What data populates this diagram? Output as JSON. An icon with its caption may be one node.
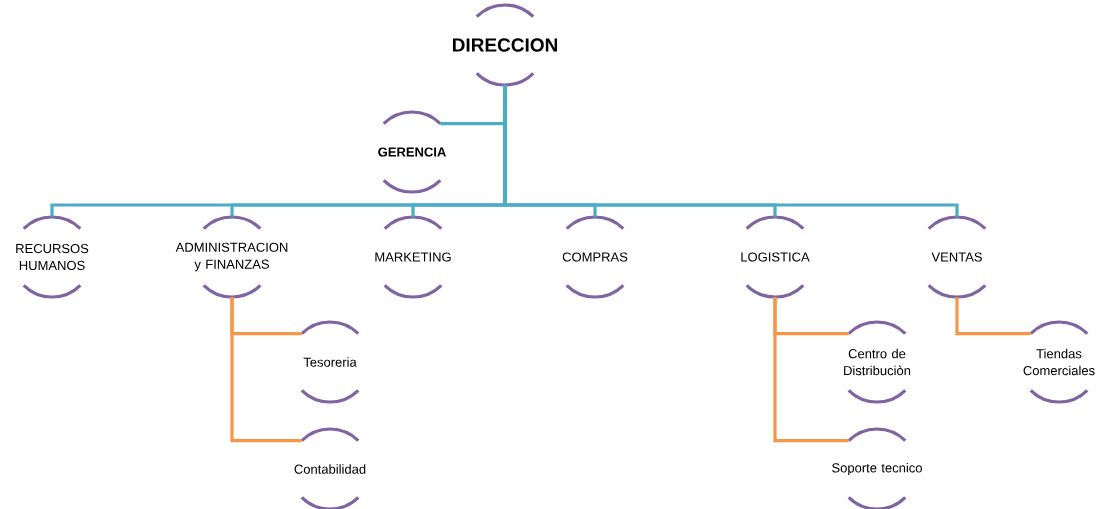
{
  "diagram": {
    "nodes": [
      {
        "text": [
          "DIRECCION"
        ]
      },
      {
        "text": [
          "GERENCIA"
        ]
      },
      {
        "text": [
          "RECURSOS HUMANOS"
        ]
      },
      {
        "text": [
          "ADMINISTRACION y FINANZAS"
        ]
      },
      {
        "text": [
          "MARKETING"
        ]
      },
      {
        "text": [
          "COMPRAS"
        ]
      },
      {
        "text": [
          "LOGISTICA"
        ]
      },
      {
        "text": [
          "VENTAS"
        ]
      },
      {
        "text": [
          "Tesoreria"
        ]
      },
      {
        "text": [
          "Contabilidad"
        ]
      },
      {
        "text": [
          "Centro de Distribuciòn"
        ]
      },
      {
        "text": [
          "Soporte tecnico"
        ]
      },
      {
        "text": [
          "Tiendas Comerciales"
        ]
      }
    ],
    "edges": [
      {
        "from": 0,
        "to": 1,
        "arrow": "none"
      },
      {
        "from": 0,
        "to": 2,
        "arrow": "none"
      },
      {
        "from": 0,
        "to": 3,
        "arrow": "none"
      },
      {
        "from": 0,
        "to": 4,
        "arrow": "none"
      },
      {
        "from": 0,
        "to": 5,
        "arrow": "none"
      },
      {
        "from": 0,
        "to": 6,
        "arrow": "none"
      },
      {
        "from": 0,
        "to": 7,
        "arrow": "none"
      },
      {
        "from": 3,
        "to": 8,
        "arrow": "none",
        "color": "#f79646"
      },
      {
        "from": 3,
        "to": 9,
        "arrow": "none",
        "color": "#f79646"
      },
      {
        "from": 6,
        "to": 10,
        "arrow": "none",
        "color": "#f79646"
      },
      {
        "from": 6,
        "to": 11,
        "arrow": "none",
        "color": "#f79646"
      },
      {
        "from": 7,
        "to": 12,
        "arrow": "none",
        "color": "#f79646"
      }
    ]
  }
}
